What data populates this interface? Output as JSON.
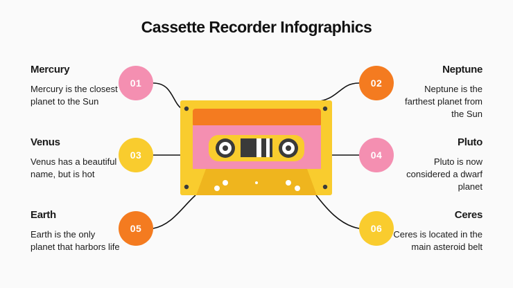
{
  "title": "Cassette Recorder Infographics",
  "colors": {
    "pink": "#f48fb1",
    "orange": "#f47b20",
    "yellow": "#f9cc2e",
    "cassette_body": "#f9cc2e",
    "cassette_label_top": "#f47b20",
    "cassette_label_bottom": "#f48fb1",
    "background": "#fafafa"
  },
  "items": [
    {
      "number": "01",
      "name": "Mercury",
      "description": "Mercury is the closest planet to the Sun",
      "color": "#f48fb1"
    },
    {
      "number": "02",
      "name": "Neptune",
      "description": "Neptune is the farthest planet from the Sun",
      "color": "#f47b20"
    },
    {
      "number": "03",
      "name": "Venus",
      "description": "Venus has a beautiful name, but is hot",
      "color": "#f9cc2e"
    },
    {
      "number": "04",
      "name": "Pluto",
      "description": "Pluto is now considered a dwarf planet",
      "color": "#f48fb1"
    },
    {
      "number": "05",
      "name": "Earth",
      "description": "Earth is the only planet that harbors life",
      "color": "#f47b20"
    },
    {
      "number": "06",
      "name": "Ceres",
      "description": "Ceres is located in the main asteroid belt",
      "color": "#f9cc2e"
    }
  ]
}
